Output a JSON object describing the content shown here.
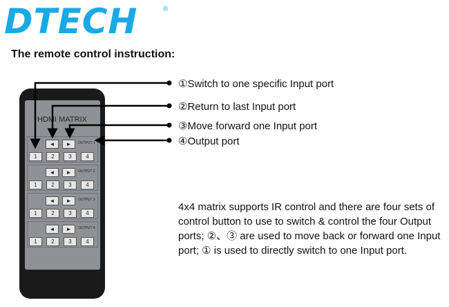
{
  "logo": {
    "text": "DTECH",
    "registered": "®"
  },
  "title": "The remote control instruction:",
  "remote": {
    "header": "HDMI MATRIX",
    "groups": [
      {
        "output": "OUTPUT 1",
        "buttons": [
          "1",
          "2",
          "3",
          "4"
        ],
        "prev": "◄",
        "next": "►"
      },
      {
        "output": "OUTPUT 2",
        "buttons": [
          "1",
          "2",
          "3",
          "4"
        ],
        "prev": "◄",
        "next": "►"
      },
      {
        "output": "OUTPUT 3",
        "buttons": [
          "1",
          "2",
          "3",
          "4"
        ],
        "prev": "◄",
        "next": "►"
      },
      {
        "output": "OUTPUT 4",
        "buttons": [
          "1",
          "2",
          "3",
          "4"
        ],
        "prev": "◄",
        "next": "►"
      }
    ]
  },
  "callouts": [
    "①Switch to one specific Input port",
    "②Return to last Input port",
    "③Move forward one Input port",
    "④Output port"
  ],
  "description": "4x4 matrix supports IR control and there are four sets of control button to use to switch & control the four Output ports; ②、③ are used to move back or forward one Input port; ① is used to directly switch to one Input port."
}
